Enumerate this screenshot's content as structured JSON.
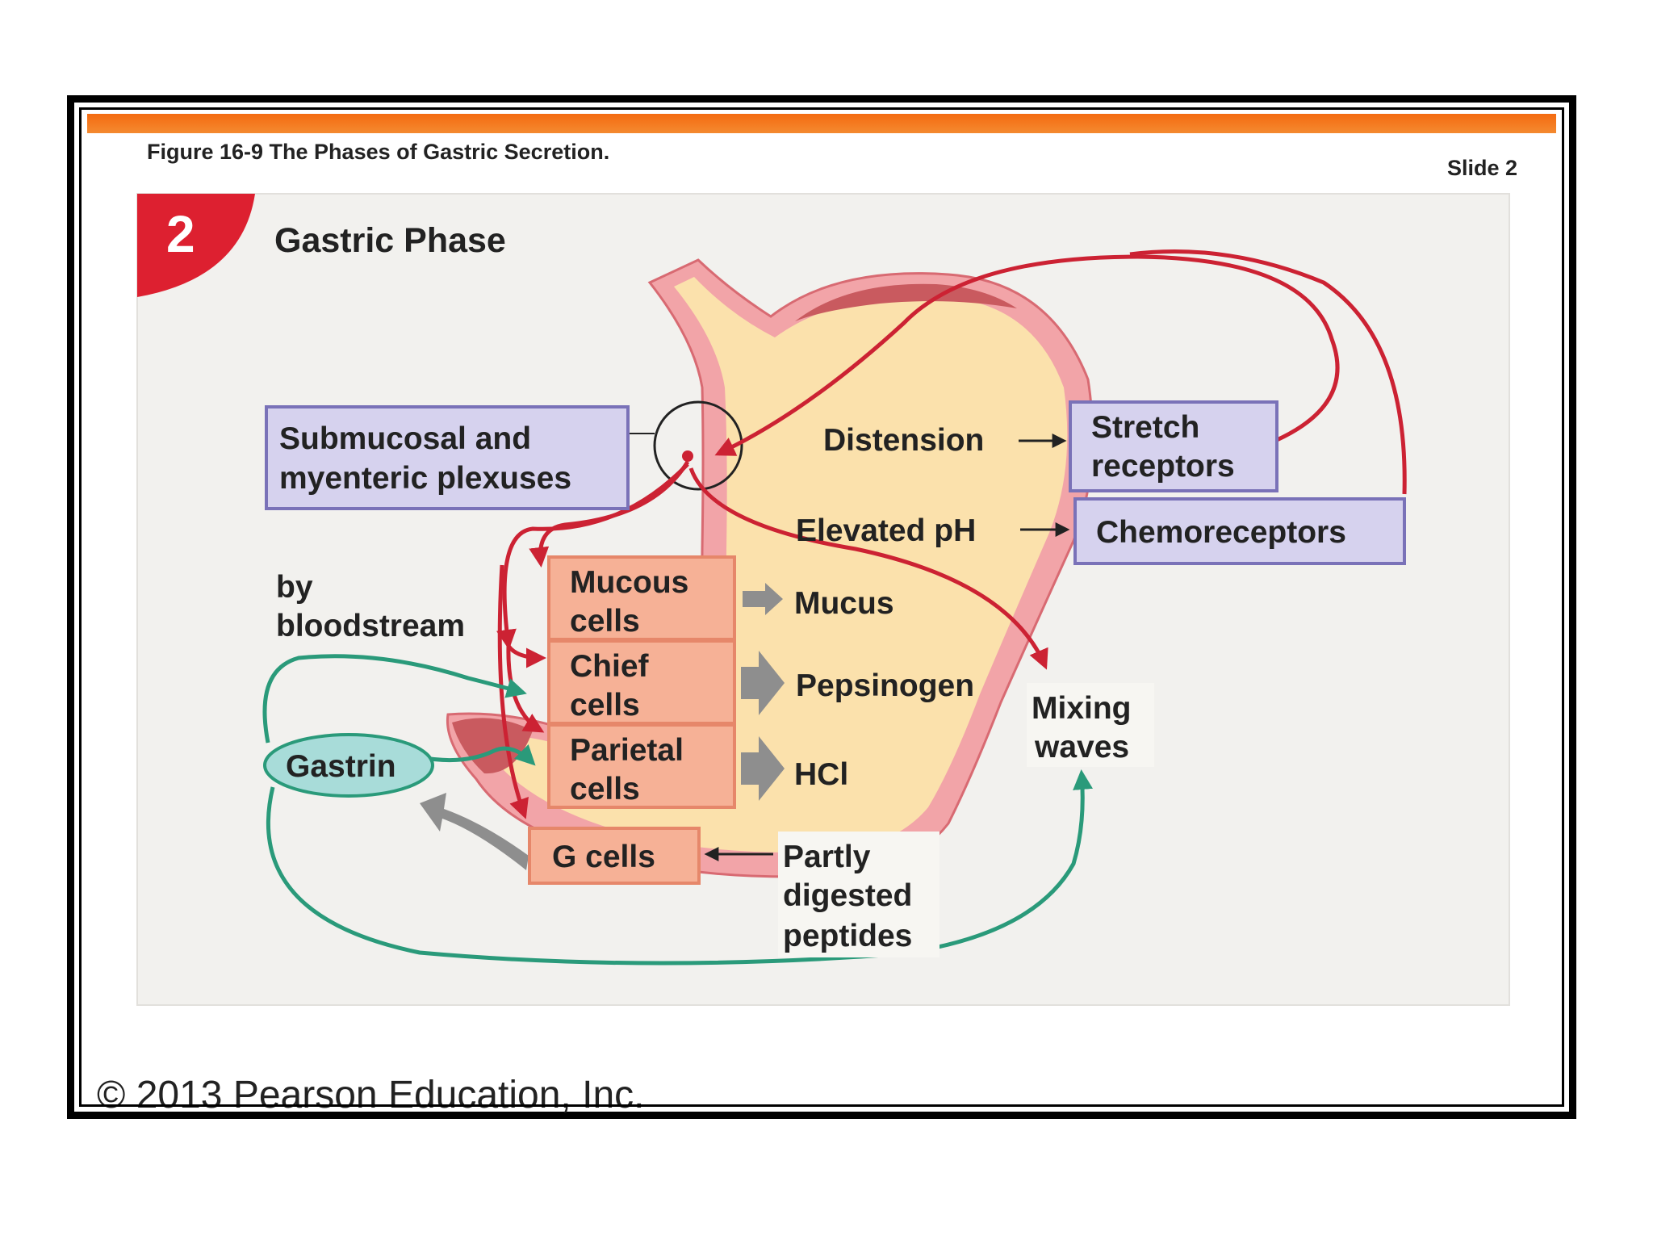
{
  "header": {
    "figure_caption": "Figure 16-9  The Phases of Gastric Secretion.",
    "slide_label": "Slide 2"
  },
  "panel": {
    "number": "2",
    "title": "Gastric Phase"
  },
  "boxes": {
    "plexuses": [
      "Submucosal and",
      "myenteric plexuses"
    ],
    "stretch_receptors": [
      "Stretch",
      "receptors"
    ],
    "chemoreceptors": "Chemoreceptors",
    "mucous_cells": [
      "Mucous",
      "cells"
    ],
    "chief_cells": [
      "Chief",
      "cells"
    ],
    "parietal_cells": [
      "Parietal",
      "cells"
    ],
    "g_cells": "G cells",
    "gastrin": "Gastrin"
  },
  "labels": {
    "distension": "Distension",
    "elevated_ph": "Elevated pH",
    "bloodstream": [
      "by",
      "bloodstream"
    ],
    "mucus": "Mucus",
    "pepsinogen": "Pepsinogen",
    "hcl": "HCl",
    "mixing_waves": [
      "Mixing",
      "waves"
    ],
    "peptides": [
      "Partly",
      "digested",
      "peptides"
    ]
  },
  "footer": {
    "copyright": "© 2013 Pearson Education, Inc."
  },
  "colors": {
    "orange_bar": "#f47a20",
    "neural_red": "#cc2233",
    "hormonal_green": "#2a9a7a",
    "box_lilac": "#d6d2ee",
    "box_salmon": "#f6b196",
    "gastrin_teal": "#a8dcd9",
    "stomach_fill": "#fbe1ac"
  }
}
